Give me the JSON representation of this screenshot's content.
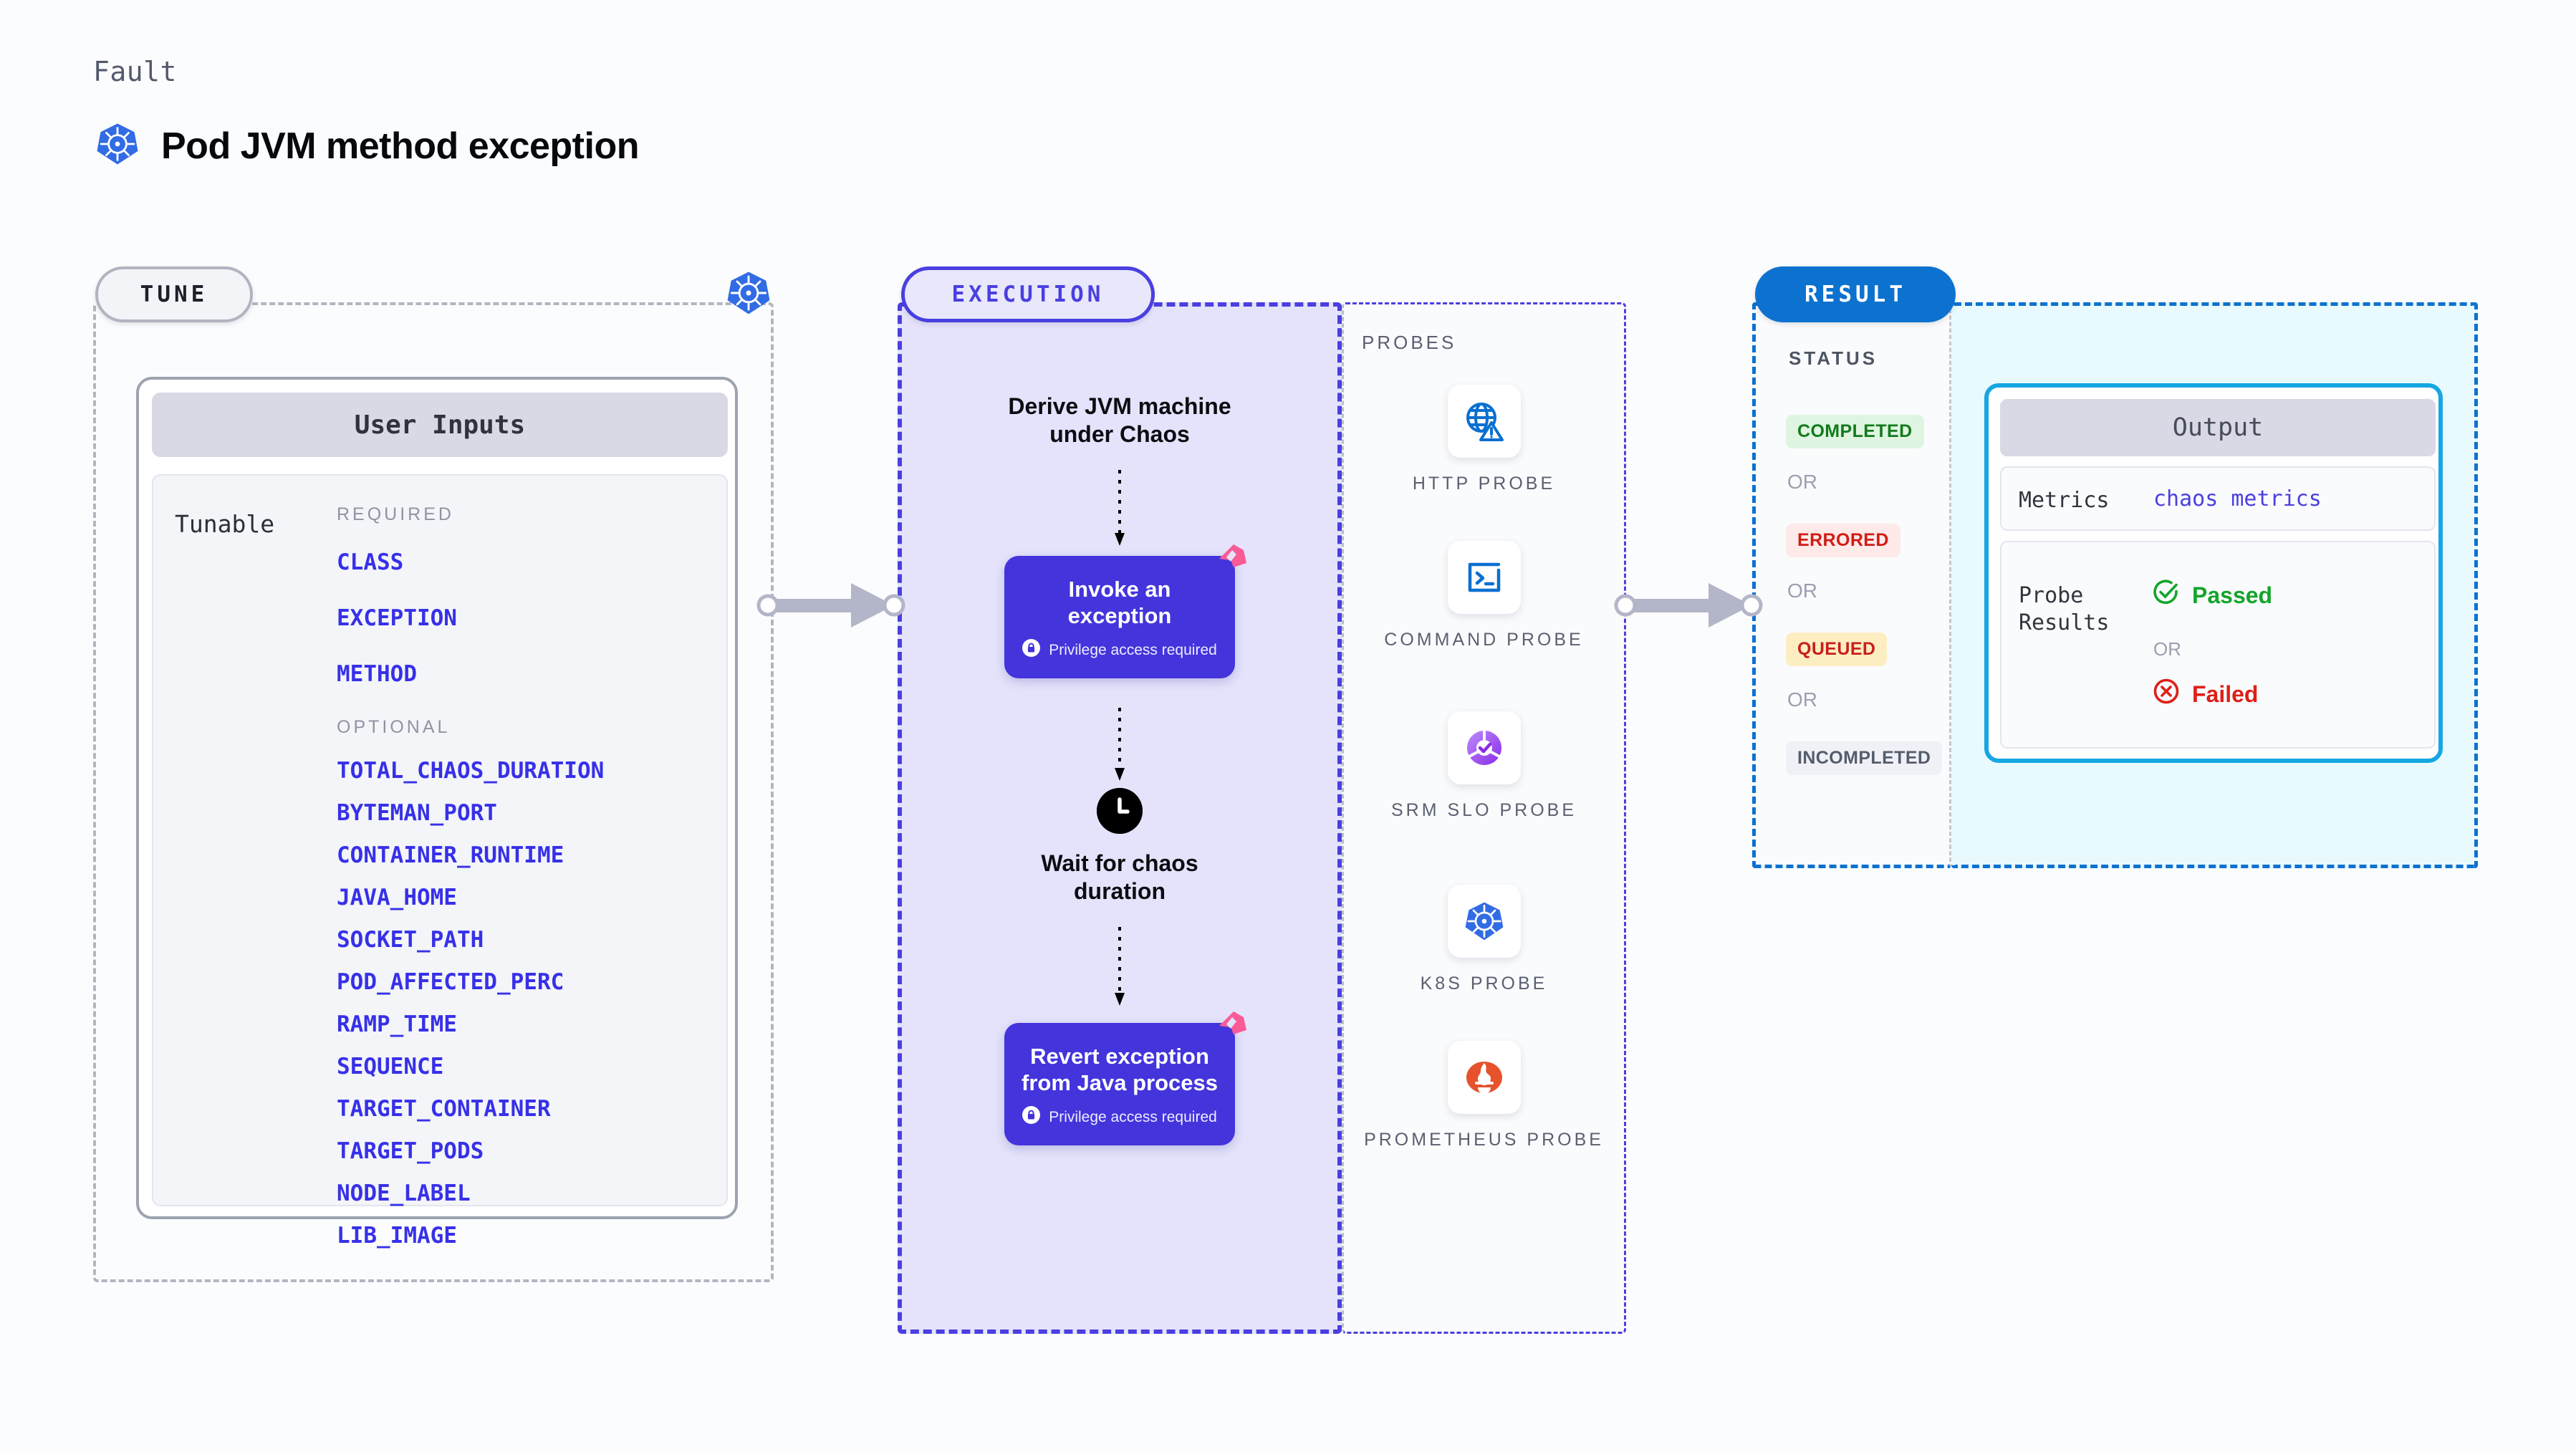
{
  "header": {
    "kicker": "Fault",
    "title": "Pod JVM method exception",
    "icon": "kubernetes-logo"
  },
  "tune": {
    "badge": "TUNE",
    "border_icon": "kubernetes-logo",
    "card_title": "User Inputs",
    "tunable_label": "Tunable",
    "required_label": "REQUIRED",
    "optional_label": "OPTIONAL",
    "required": [
      "CLASS",
      "EXCEPTION",
      "METHOD"
    ],
    "optional": [
      "TOTAL_CHAOS_DURATION",
      "BYTEMAN_PORT",
      "CONTAINER_RUNTIME",
      "JAVA_HOME",
      "SOCKET_PATH",
      "POD_AFFECTED_PERC",
      "RAMP_TIME",
      "SEQUENCE",
      "TARGET_CONTAINER",
      "TARGET_PODS",
      "NODE_LABEL",
      "LIB_IMAGE"
    ]
  },
  "execution": {
    "badge": "EXECUTION",
    "steps": [
      {
        "kind": "text",
        "label": "Derive JVM machine\nunder Chaos"
      },
      {
        "kind": "card",
        "label": "Invoke an exception",
        "note": "Privilege access required",
        "note_icon": "lock-icon",
        "corner_icon": "litmus-mark"
      },
      {
        "kind": "wait",
        "label": "Wait for chaos\nduration",
        "icon": "clock-icon"
      },
      {
        "kind": "card",
        "label": "Revert exception\nfrom Java process",
        "note": "Privilege access required",
        "note_icon": "lock-icon",
        "corner_icon": "litmus-mark"
      }
    ]
  },
  "probes": {
    "title": "PROBES",
    "items": [
      {
        "label": "HTTP PROBE",
        "icon": "globe-warning-icon"
      },
      {
        "label": "COMMAND PROBE",
        "icon": "terminal-icon"
      },
      {
        "label": "SRM SLO PROBE",
        "icon": "slo-gauge-check-icon"
      },
      {
        "label": "K8S PROBE",
        "icon": "kubernetes-logo"
      },
      {
        "label": "PROMETHEUS PROBE",
        "icon": "prometheus-flame-icon"
      }
    ]
  },
  "result": {
    "badge": "RESULT",
    "status_title": "STATUS",
    "or_label": "OR",
    "statuses": [
      {
        "label": "COMPLETED",
        "fg": "#127b1c",
        "bg": "#dff5e1"
      },
      {
        "label": "ERRORED",
        "fg": "#d01c14",
        "bg": "#fdeae9"
      },
      {
        "label": "QUEUED",
        "fg": "#c7201a",
        "bg": "#fdeec2"
      },
      {
        "label": "INCOMPLETED",
        "fg": "#555c6b",
        "bg": "#f0f1f6"
      }
    ],
    "output": {
      "title": "Output",
      "metrics_key": "Metrics",
      "metrics_value": "chaos metrics",
      "probe_key": "Probe\nResults",
      "passed_label": "Passed",
      "passed_icon": "check-circle-icon",
      "failed_label": "Failed",
      "failed_icon": "x-circle-icon",
      "or_label": "OR"
    }
  },
  "colors": {
    "page_bg": "#fbfcfd",
    "chaos_card": "#4334dc",
    "execution_accent": "#4a3fe0",
    "execution_fill": "#e4e3fb",
    "result_accent": "#0d72cf",
    "output_border": "#16a7e3",
    "output_fill": "#e9fafe",
    "param_text": "#3730e8",
    "litmus_pink": "#fa5b96",
    "k8s_blue": "#326ce5",
    "passed_green": "#13a52a",
    "failed_red": "#dd1f17",
    "connector_gray": "#b3b5c8"
  }
}
